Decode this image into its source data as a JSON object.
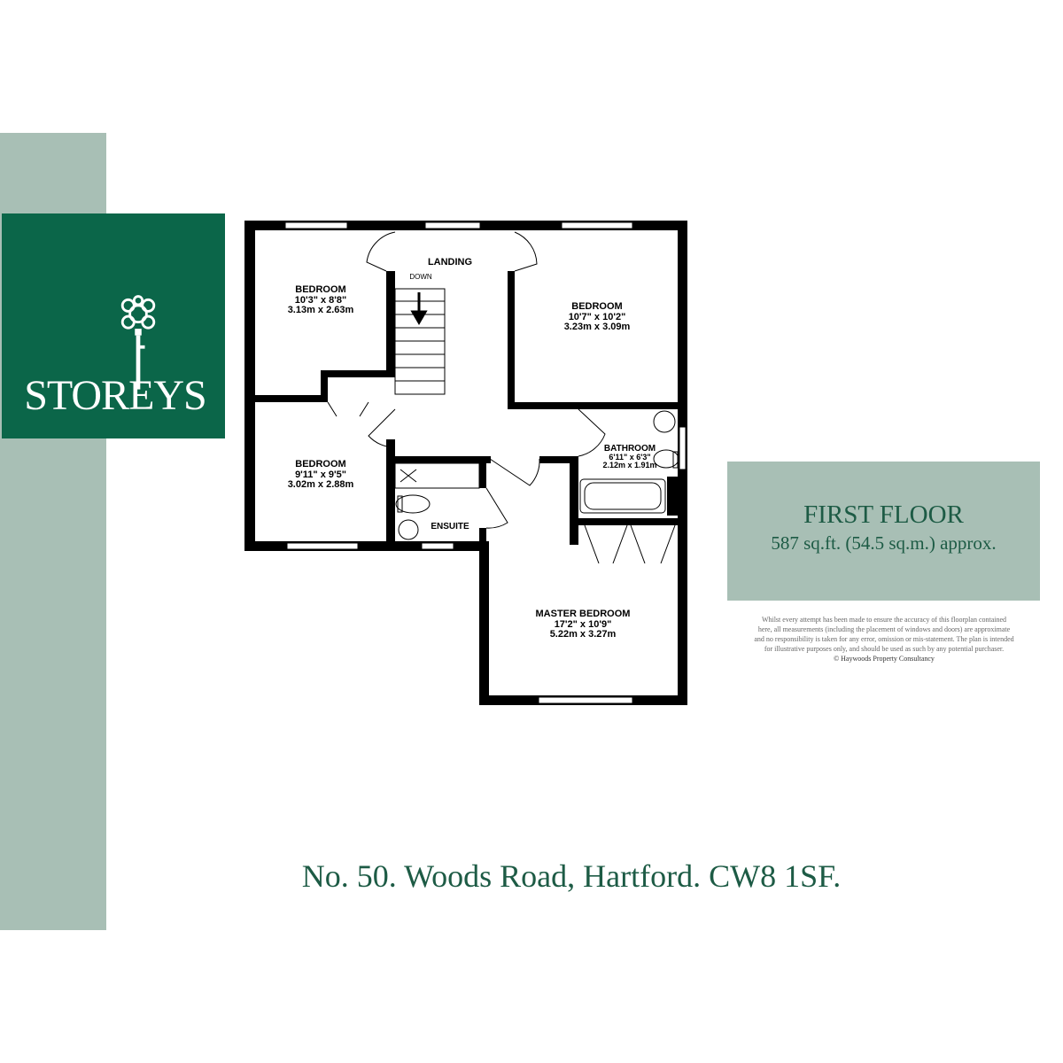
{
  "brand": {
    "name": "STOREYS"
  },
  "floor": {
    "title": "FIRST FLOOR",
    "area": "587 sq.ft. (54.5 sq.m.) approx."
  },
  "rooms": {
    "bedroom_tl": {
      "name": "BEDROOM",
      "imperial": "10'3\" x 8'8\"",
      "metric": "3.13m x 2.63m"
    },
    "bedroom_bl": {
      "name": "BEDROOM",
      "imperial": "9'11\" x 9'5\"",
      "metric": "3.02m x 2.88m"
    },
    "bedroom_tr": {
      "name": "BEDROOM",
      "imperial": "10'7\" x 10'2\"",
      "metric": "3.23m x 3.09m"
    },
    "bathroom": {
      "name": "BATHROOM",
      "imperial": "6'11\" x 6'3\"",
      "metric": "2.12m x 1.91m"
    },
    "master": {
      "name": "MASTER BEDROOM",
      "imperial": "17'2\" x 10'9\"",
      "metric": "5.22m x 3.27m"
    },
    "landing": {
      "name": "LANDING"
    },
    "ensuite": {
      "name": "ENSUITE"
    },
    "stairs": {
      "label": "DOWN"
    }
  },
  "disclaimer": {
    "lines": [
      "Whilst every attempt has been made to ensure the accuracy of this floorplan contained",
      "here, all measurements (including the placement of windows and doors) are approximate",
      "and no responsibility is taken for any error, omission or mis-statement. The plan is intended",
      "for illustrative purposes only, and should be used as such by any potential purchaser."
    ],
    "copyright": "© Haywoods Property Consultancy"
  },
  "address": "No. 50. Woods Road, Hartford. CW8 1SF.",
  "colors": {
    "brand_green": "#0b6649",
    "sage": "#a8bfb5",
    "text_green": "#1d5b45"
  }
}
